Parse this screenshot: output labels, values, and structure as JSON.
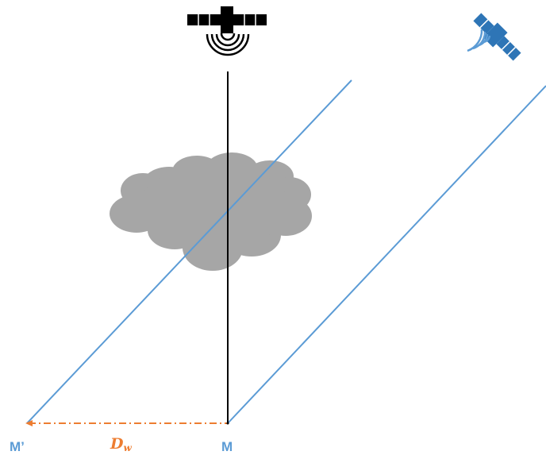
{
  "labels": {
    "point_displaced": "M’",
    "point_nadir": "M",
    "distance_main": "D",
    "distance_sub": "w"
  },
  "icons": {
    "nadir_satellite": "satellite-icon",
    "oblique_satellite": "satellite-icon",
    "cloud": "cloud-icon"
  },
  "colors": {
    "vertical_line": "#000000",
    "oblique_lines": "#5b9bd5",
    "distance_line": "#ed7d31",
    "point_labels": "#5b9bd5",
    "distance_label": "#ed7d31",
    "cloud": "#a6a6a6",
    "satellite_nadir": "#000000",
    "satellite_oblique": "#2e75b6"
  }
}
